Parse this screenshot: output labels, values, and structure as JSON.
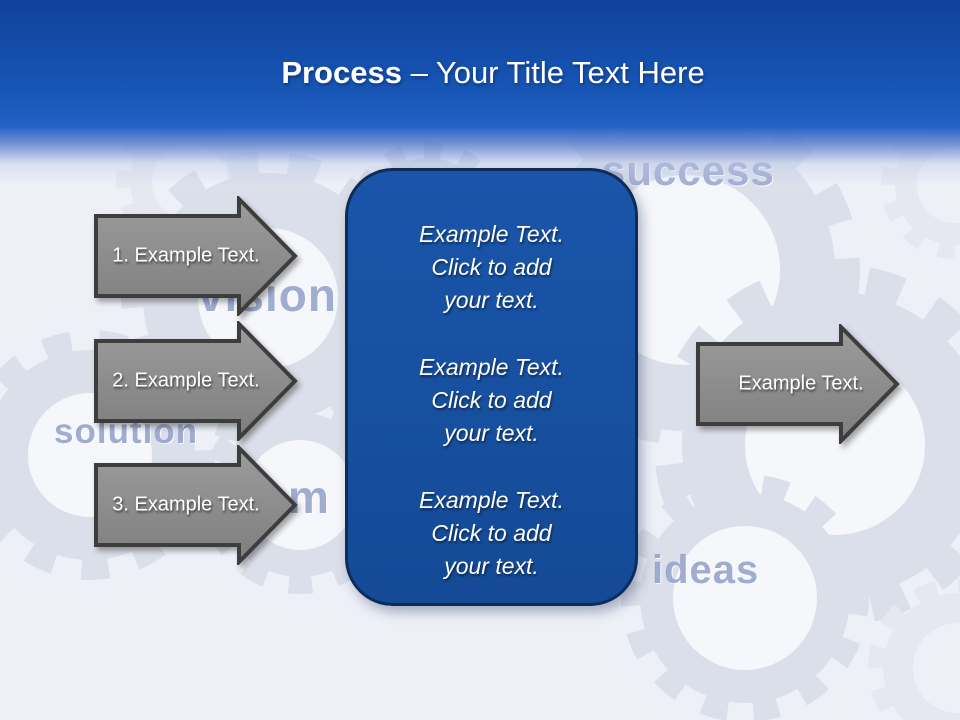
{
  "header": {
    "title_bold": "Process",
    "title_rest": "– Your Title Text Here"
  },
  "left_arrows": [
    {
      "label": "1. Example Text."
    },
    {
      "label": "2. Example Text."
    },
    {
      "label": "3. Example Text."
    }
  ],
  "right_arrow": {
    "label": "Example Text."
  },
  "center_panel": {
    "paragraphs": [
      {
        "lines": [
          "Example Text.",
          "Click  to add",
          "your text."
        ]
      },
      {
        "lines": [
          "Example Text.",
          "Click  to add",
          "your text."
        ]
      },
      {
        "lines": [
          "Example Text.",
          "Click  to add",
          "your text."
        ]
      }
    ]
  },
  "background_words": {
    "success": "success",
    "vision": "vision",
    "solution": "solution",
    "ideas": "ideas",
    "teamwork_partial": "m"
  },
  "colors": {
    "header_blue_top": "#12429c",
    "header_blue_bottom": "#2563c8",
    "panel_blue": "#17509f",
    "panel_border": "#0d2c56",
    "arrow_gray": "#8b8b8b",
    "arrow_border": "#3d3d3d",
    "gear_gray": "#dbdfe9",
    "word_blue": "#8695c4",
    "page_background": "#edf0f7"
  }
}
